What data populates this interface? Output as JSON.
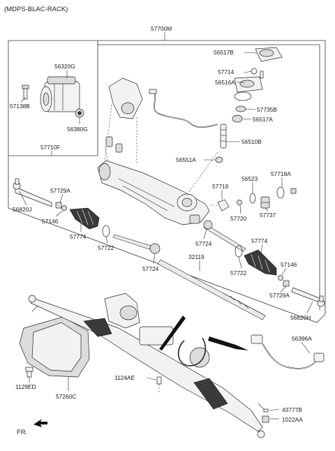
{
  "title": "(MDPS-BLAC-RACK)",
  "labels": {
    "assy": "57700M",
    "p56517B": "56517B",
    "p56320G": "56320G",
    "p57714": "57714",
    "p56516A": "56516A",
    "p57138B": "57138B",
    "p57735B": "57735B",
    "p56517A": "56517A",
    "p56380G": "56380G",
    "p56510B": "56510B",
    "p57710F": "57710F",
    "p56551A": "56551A",
    "p56523": "56523",
    "p57718A": "57718A",
    "p57729A_l": "57729A",
    "p57719": "57719",
    "p56820J": "56820J",
    "p57720": "57720",
    "p57737": "57737",
    "p57146_l": "57146",
    "p57774_l": "57774",
    "p57724_r": "57724",
    "p57722_l": "57722",
    "p57774_r": "57774",
    "p57724_l": "57724",
    "p32119": "32119",
    "p57722_r": "57722",
    "p57146_r": "57146",
    "p57729A_r": "57729A",
    "p56820H": "56820H",
    "p56396A": "56396A",
    "p1129ED": "1129ED",
    "p1124AE": "1124AE",
    "p57260C": "57260C",
    "p43777B": "43777B",
    "p1022AA": "1022AA",
    "fr": "FR."
  }
}
